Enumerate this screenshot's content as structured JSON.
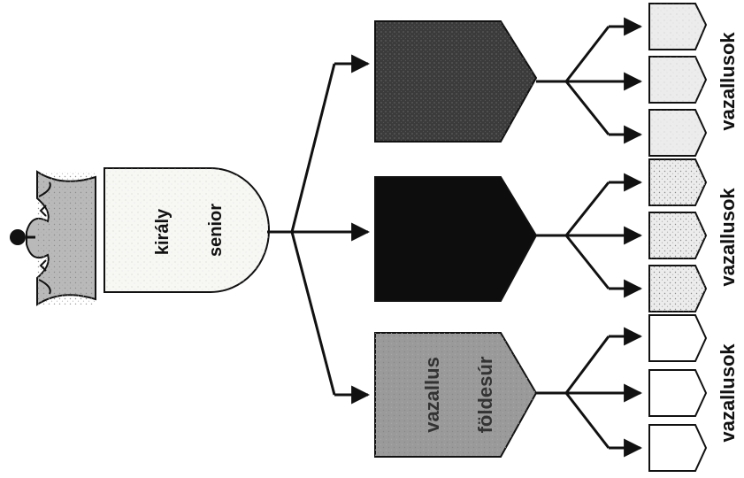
{
  "diagram": {
    "king_label": "király",
    "senior_label": "senior",
    "vassal_label": "vazallus",
    "lord_label": "földesúr",
    "vassals_group_labels": [
      "vazallusok",
      "vazallusok",
      "vazallusok"
    ]
  },
  "colors": {
    "ink": "#111111",
    "king_fill": "#f7f7f4",
    "crown_fill": "#b9b9b9",
    "top_lord_fill": "#3b3b3b",
    "middle_lord_fill": "#0d0d0d",
    "bottom_lord_fill": "#9a9a9a",
    "vassal_fill": "#ececec",
    "vassal_fill_light": "#ffffff"
  },
  "icons": [
    "crown-icon",
    "arrow-icon"
  ]
}
